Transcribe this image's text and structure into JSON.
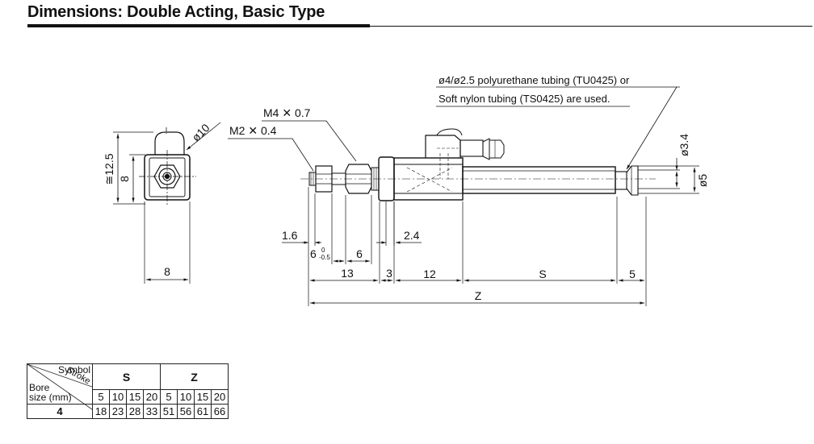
{
  "title": "Dimensions: Double Acting, Basic Type",
  "drawing": {
    "front_view": {
      "dim_height_overall": "≅12.5",
      "dim_height": "8",
      "dim_width": "8",
      "dim_diameter": "ø10"
    },
    "side_view": {
      "rod_thread": "M2 ✕ 0.4",
      "mount_thread": "M4 ✕ 0.7",
      "tubing_note_line1": "ø4/ø2.5 polyurethane tubing (TU0425) or",
      "tubing_note_line2": "Soft nylon tubing (TS0425) are used.",
      "dim_rod_end": "1.6",
      "dim_rod_tol_value": "6",
      "dim_rod_tol_upper": "0",
      "dim_rod_tol_lower": "-0.5",
      "dim_nut_width": "6",
      "dim_thread_length": "13",
      "dim_flange": "3",
      "dim_offset": "2.4",
      "dim_body_front": "12",
      "dim_stroke": "S",
      "dim_rear": "5",
      "dim_total": "Z",
      "dim_port_small": "ø3.4",
      "dim_port_large": "ø5"
    }
  },
  "table": {
    "corner_symbol": "Symbol",
    "corner_stroke": "Stroke",
    "corner_bore_line1": "Bore",
    "corner_bore_line2": "size (mm)",
    "groups": [
      "S",
      "Z"
    ],
    "strokes": [
      "5",
      "10",
      "15",
      "20",
      "5",
      "10",
      "15",
      "20"
    ],
    "rows": [
      {
        "bore": "4",
        "values": [
          "18",
          "23",
          "28",
          "33",
          "51",
          "56",
          "61",
          "66"
        ]
      }
    ]
  }
}
